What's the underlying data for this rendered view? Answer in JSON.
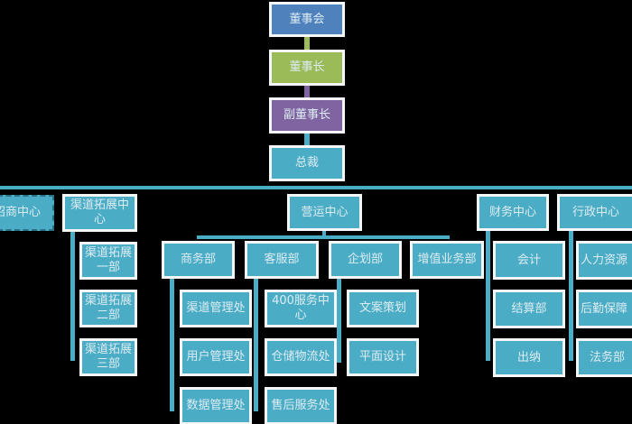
{
  "colors": {
    "board": "#4f81bd",
    "chairman": "#9bbb59",
    "vice_chairman": "#8064a2",
    "default": "#4bacc6"
  },
  "top": [
    "董事会",
    "董事长",
    "副董事长",
    "总裁"
  ],
  "centers": [
    "招商中心",
    "渠道拓展中心",
    "营运中心",
    "财务中心",
    "行政中心"
  ],
  "channel_children": [
    "渠道拓展一部",
    "渠道拓展二部",
    "渠道拓展三部"
  ],
  "ops_depts": [
    "商务部",
    "客服部",
    "企划部",
    "增值业务部"
  ],
  "business_children": [
    "渠道管理处",
    "用户管理处",
    "数据管理处"
  ],
  "service_children": [
    "400服务中心",
    "仓储物流处",
    "售后服务处"
  ],
  "planning_children": [
    "文案策划",
    "平面设计"
  ],
  "finance_children": [
    "会计",
    "结算部",
    "出纳"
  ],
  "admin_children": [
    "人力资源",
    "后勤保障",
    "法务部"
  ]
}
